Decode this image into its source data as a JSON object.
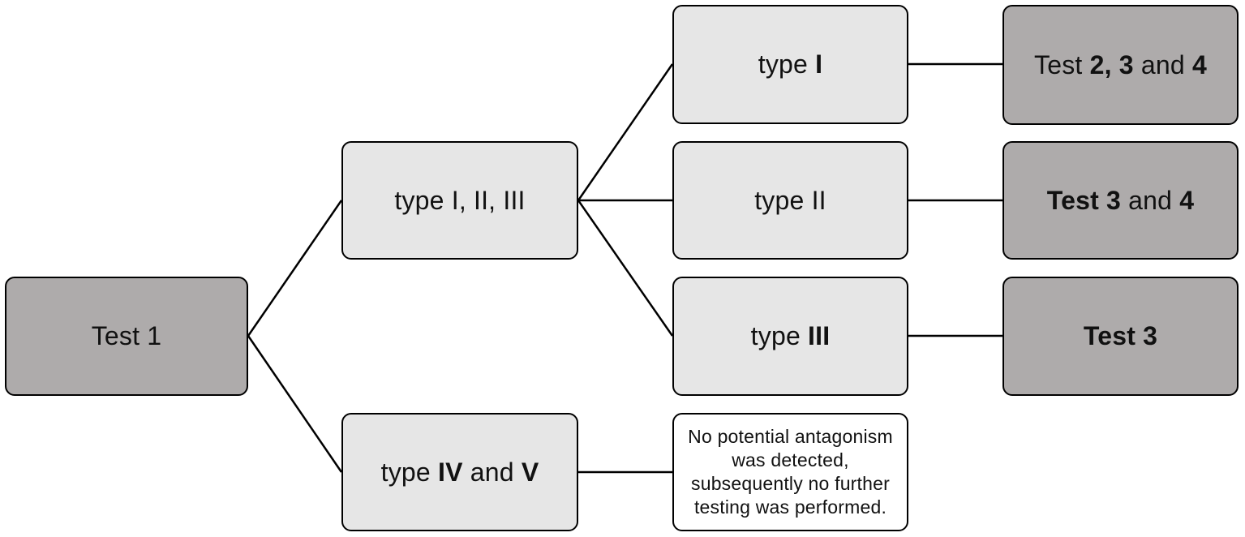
{
  "root": {
    "parts": [
      {
        "text": "Test ",
        "bold": false
      },
      {
        "text": "1",
        "bold": false
      }
    ],
    "fill": "#aeabab"
  },
  "level1": [
    {
      "id": "types-i-ii-iii",
      "parts": [
        {
          "text": "type I, II, III",
          "bold": false
        }
      ],
      "fill": "#e6e6e6"
    },
    {
      "id": "types-iv-v",
      "parts": [
        {
          "text": "type ",
          "bold": false
        },
        {
          "text": "IV",
          "bold": true
        },
        {
          "text": " and ",
          "bold": false
        },
        {
          "text": "V",
          "bold": true
        }
      ],
      "fill": "#e6e6e6"
    }
  ],
  "level2": [
    {
      "id": "type-i",
      "parts": [
        {
          "text": "type ",
          "bold": false
        },
        {
          "text": "I",
          "bold": true
        }
      ],
      "fill": "#e6e6e6"
    },
    {
      "id": "type-ii",
      "parts": [
        {
          "text": "type ",
          "bold": false
        },
        {
          "text": "II",
          "bold": false
        }
      ],
      "fill": "#e6e6e6"
    },
    {
      "id": "type-iii",
      "parts": [
        {
          "text": "type ",
          "bold": false
        },
        {
          "text": "III",
          "bold": true
        }
      ],
      "fill": "#e6e6e6"
    },
    {
      "id": "no-antagonism-note",
      "parts": [
        {
          "text": "No potential antagonism\nwas detected,\nsubsequently no further\ntesting was performed.",
          "bold": false
        }
      ],
      "fill": "#ffffff"
    }
  ],
  "results": [
    {
      "id": "tests-2-3-4",
      "parts": [
        {
          "text": "Test ",
          "bold": false
        },
        {
          "text": "2, 3",
          "bold": true
        },
        {
          "text": " and ",
          "bold": false
        },
        {
          "text": "4",
          "bold": true
        }
      ],
      "fill": "#aeabab"
    },
    {
      "id": "tests-3-4",
      "parts": [
        {
          "text": "Test 3",
          "bold": true
        },
        {
          "text": " and ",
          "bold": false
        },
        {
          "text": "4",
          "bold": true
        }
      ],
      "fill": "#aeabab"
    },
    {
      "id": "test-3",
      "parts": [
        {
          "text": "Test 3",
          "bold": true
        }
      ],
      "fill": "#aeabab"
    }
  ],
  "colors": {
    "connector": "#000000",
    "border": "#000000",
    "text": "#111111"
  }
}
